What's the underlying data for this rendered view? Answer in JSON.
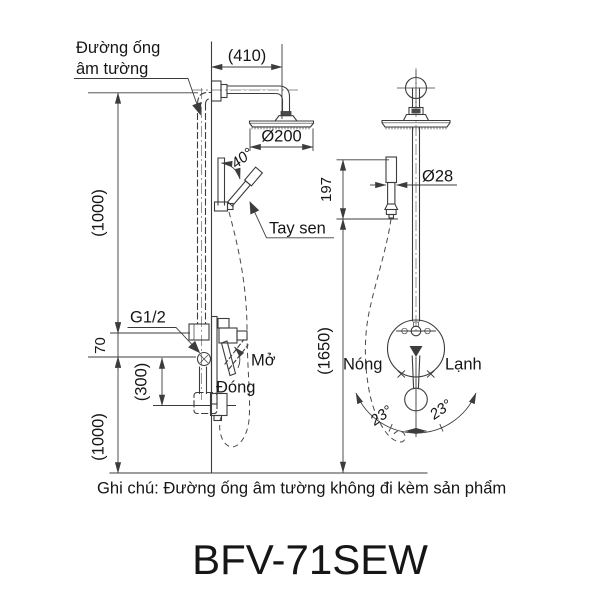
{
  "drawing": {
    "model": "BFV-71SEW",
    "note": "Ghi chú: Đường ống âm tường không đi kèm sản phẩm",
    "labels": {
      "concealed_pipe_line1": "Đường ống",
      "concealed_pipe_line2": "âm tường",
      "dim_arm_reach": "(410)",
      "dim_head_diameter": "Ø200",
      "angle_handshower": "40°",
      "hand_shower": "Tay sen",
      "dim_handshower_height": "197",
      "dim_handshower_diameter": "Ø28",
      "dim_upper_wall": "(1000)",
      "thread": "G1/2",
      "dim_offset": "70",
      "dim_spout_drop": "(300)",
      "dim_lower_wall": "(1000)",
      "dim_total_height": "(1650)",
      "valve_open": "Mở",
      "valve_close": "Đóng",
      "hot": "Nóng",
      "cold": "Lạnh",
      "angle_swing_left": "23°",
      "angle_swing_right": "23°"
    },
    "colors": {
      "line": "#3c3c3c",
      "text": "#161616",
      "background": "#ffffff"
    }
  }
}
